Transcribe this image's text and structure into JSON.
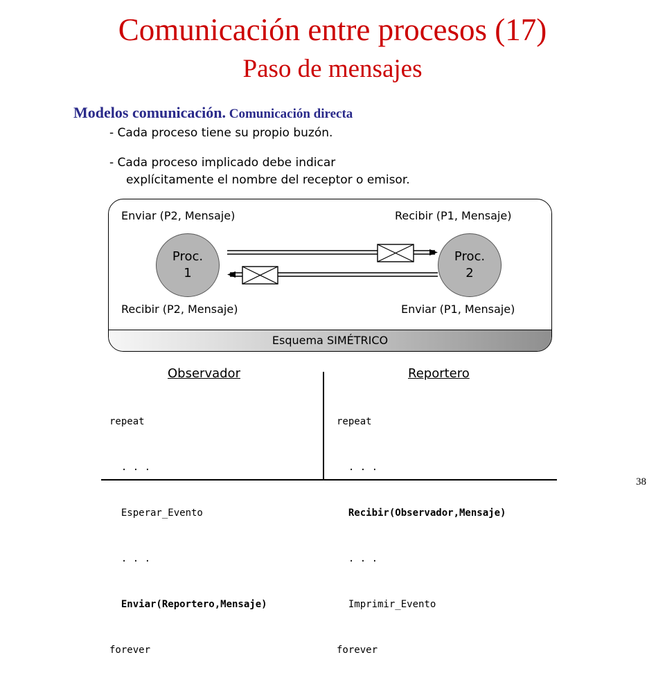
{
  "slide": {
    "title": "Comunicación entre procesos (17)",
    "subtitle": "Paso de mensajes",
    "section": {
      "part1": "Modelos comunicación.",
      "part2": " Comunicación directa"
    },
    "bullets": [
      "- Cada proceso tiene su propio buzón.",
      "- Cada proceso implicado  debe indicar",
      "explícitamente el nombre del receptor o emisor."
    ],
    "page_number": "38"
  },
  "diagram": {
    "send_p2": "Enviar (P2, Mensaje)",
    "recv_p1": "Recibir (P1, Mensaje)",
    "recv_p2": "Recibir (P2, Mensaje)",
    "send_p1": "Enviar (P1, Mensaje)",
    "proc1": {
      "line1": "Proc.",
      "line2": "1"
    },
    "proc2": {
      "line1": "Proc.",
      "line2": "2"
    },
    "footer": "Esquema SIMÉTRICO"
  },
  "observador": {
    "heading": "Observador",
    "lines": [
      "repeat",
      "  . . .",
      "  Esperar_Evento",
      "  . . .",
      "  Enviar(Reportero,Mensaje)",
      "forever"
    ]
  },
  "reportero": {
    "heading": "Reportero",
    "lines": [
      "repeat",
      "  . . .",
      "  Recibir(Observador,Mensaje)",
      "  . . .",
      "  Imprimir_Evento",
      "forever"
    ]
  },
  "colors": {
    "title": "#cc0000",
    "section": "#2a2a8a",
    "process_fill": "#b5b5b5"
  }
}
